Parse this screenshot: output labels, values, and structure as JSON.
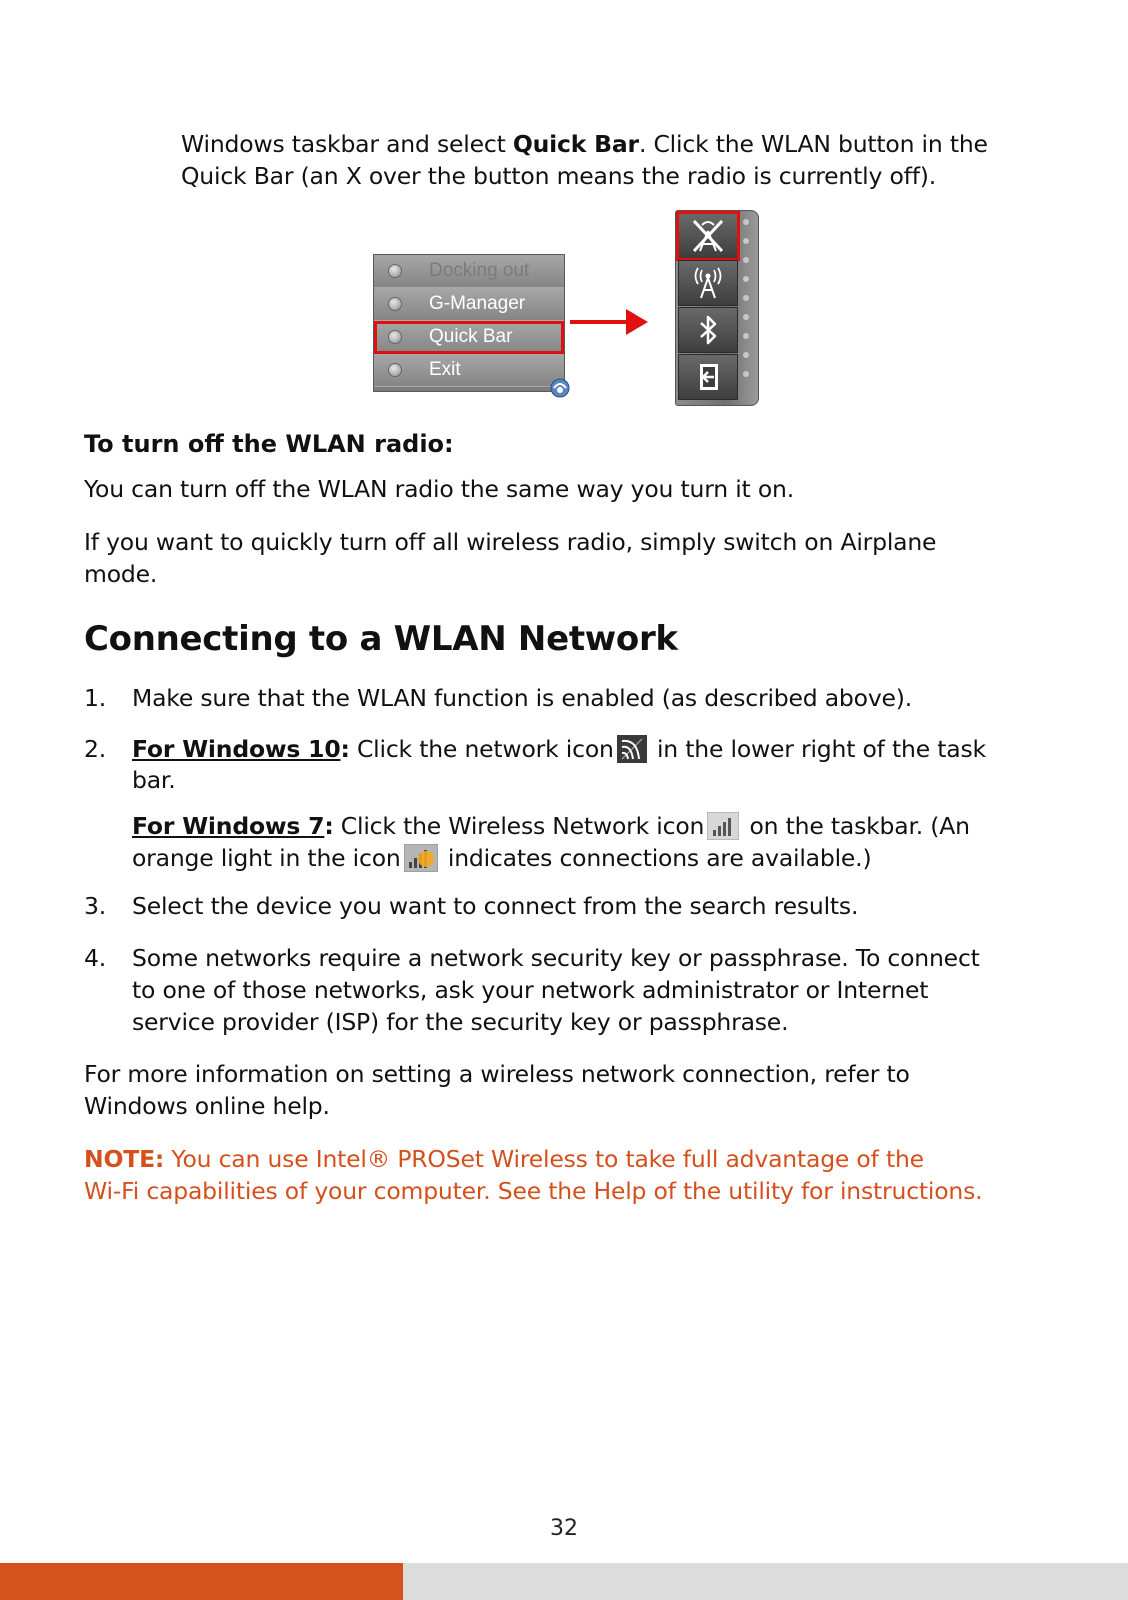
{
  "intro": {
    "line1_a": "Windows taskbar and select ",
    "line1_b": "Quick Bar",
    "line1_c": ". Click the WLAN button in the",
    "line2": "Quick Bar (an X over the button means the radio is currently off)."
  },
  "menu": {
    "items": [
      {
        "label": "Docking out"
      },
      {
        "label": "G-Manager"
      },
      {
        "label": "Quick Bar"
      },
      {
        "label": "Exit"
      }
    ]
  },
  "quickbar": {
    "buttons": [
      {
        "icon": "wlan-off-icon"
      },
      {
        "icon": "wireless-tower-icon"
      },
      {
        "icon": "bluetooth-icon"
      },
      {
        "icon": "exit-icon"
      }
    ]
  },
  "turn_off": {
    "heading": "To turn off the WLAN radio:",
    "p1": "You can turn off the WLAN radio the same way you turn it on.",
    "p2_l1": "If you want to quickly turn off all wireless radio, simply switch on Airplane",
    "p2_l2": "mode."
  },
  "connect": {
    "heading": "Connecting to a WLAN Network",
    "step1_num": "1.",
    "step1": "Make sure that the WLAN function is enabled (as described above).",
    "step2_num": "2.",
    "step2_link": "For Windows 10",
    "step2_colon": ":",
    "step2_a": " Click the network icon",
    "step2_b": " in the lower right of the task",
    "step2_l2": "bar.",
    "win7_link": "For Windows 7",
    "win7_colon": ":",
    "win7_a": " Click the Wireless Network icon",
    "win7_b": " on the taskbar. (An",
    "win7_l2_a": "orange light in the icon",
    "win7_l2_b": " indicates connections are available.)",
    "step3_num": "3.",
    "step3": "Select the device you want to connect from the search results.",
    "step4_num": "4.",
    "step4_l1": "Some networks require a network security key or passphrase. To connect",
    "step4_l2": "to one of those networks, ask your network administrator or Internet",
    "step4_l3": "service provider (ISP) for the security key or passphrase.",
    "more_l1": "For more information on setting a wireless network connection, refer to",
    "more_l2": "Windows online help."
  },
  "note": {
    "label": "NOTE:",
    "l1": " You can use Intel® PROSet Wireless to take full advantage of the",
    "l2": "Wi-Fi capabilities of your computer. See the Help of the utility for instructions."
  },
  "page_number": "32",
  "colors": {
    "accent_orange": "#d3521d",
    "highlight_red": "#e01010",
    "footer_gray": "#dcdcdc"
  }
}
